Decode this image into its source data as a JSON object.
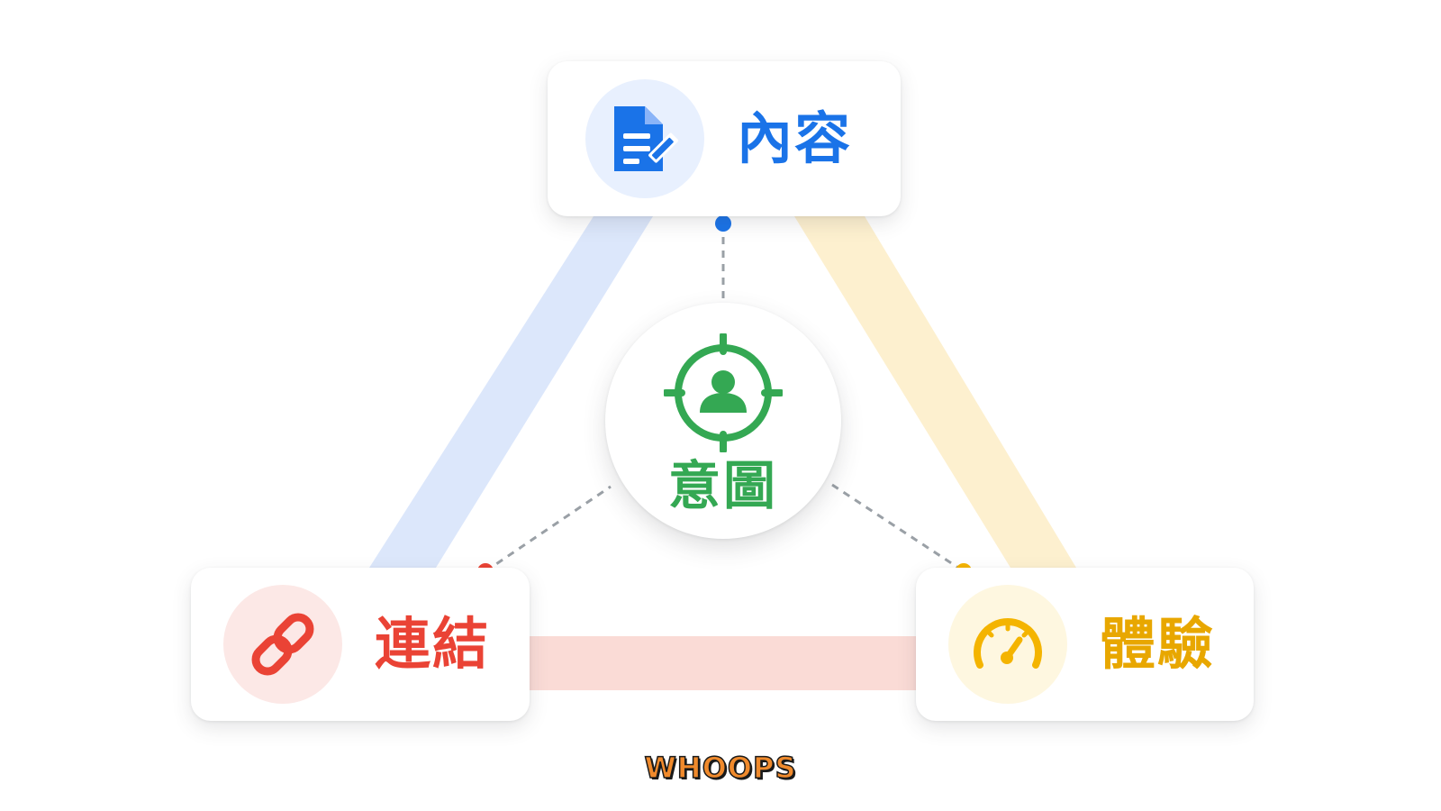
{
  "colors": {
    "blue": "#1a73e8",
    "blue_soft": "#e8f0fe",
    "red": "#ea4335",
    "red_soft": "#fce8e6",
    "yellow": "#f4b400",
    "yellow_soft": "#fef7e0",
    "green": "#34a853",
    "connector_gray": "#9aa0a6"
  },
  "center": {
    "label": "意圖",
    "icon": "target-person-icon"
  },
  "nodes": {
    "content": {
      "label": "內容",
      "icon": "document-edit-icon"
    },
    "links": {
      "label": "連結",
      "icon": "link-icon"
    },
    "experience": {
      "label": "體驗",
      "icon": "speedometer-icon"
    }
  },
  "stamp": {
    "text": "WHOOPS"
  }
}
